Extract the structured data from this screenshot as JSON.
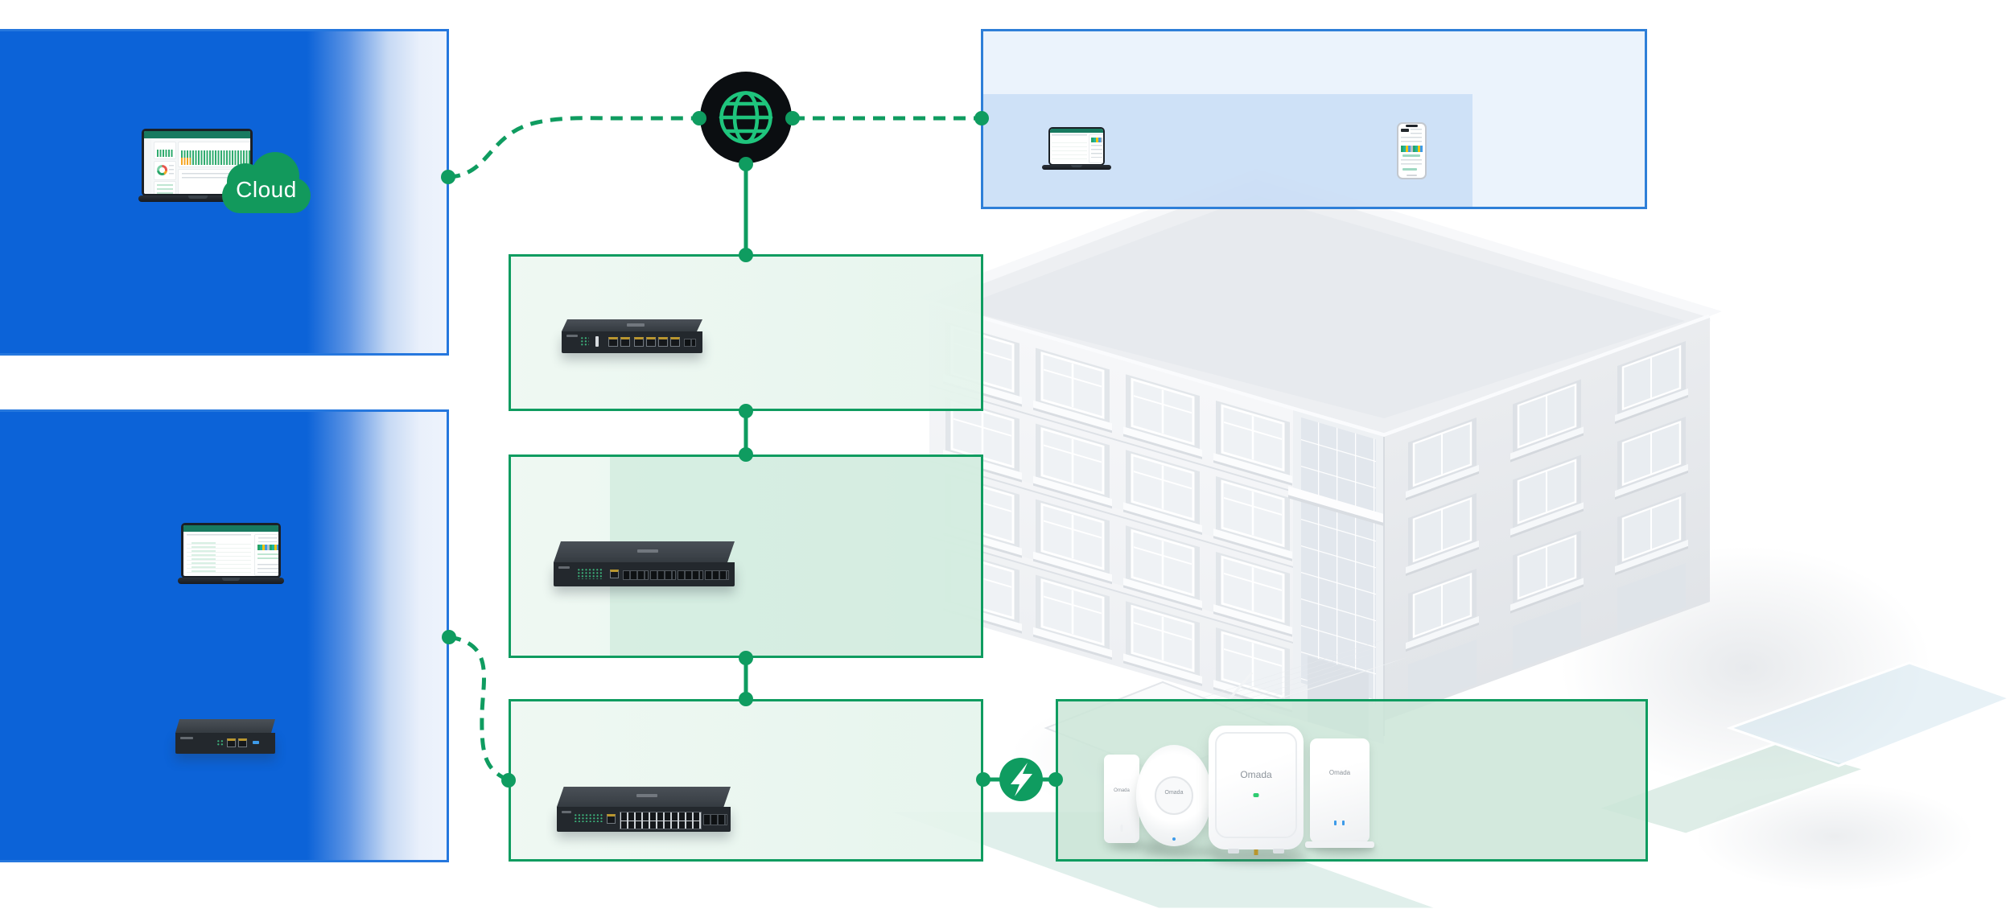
{
  "labels": {
    "cloud_badge": "Cloud",
    "ap_brand_logo": "Omada"
  },
  "colors": {
    "primary_blue": "#0c63d8",
    "blue_border": "#2577de",
    "panel_blue_fill": "#e6f0fb",
    "panel_blue_overlay": "#b6d1f2",
    "brand_green": "#0f9c60",
    "panel_green_fill": "#eaf6f0",
    "panel_green_overlay": "#d3ecdf",
    "cloud_green": "#12995c",
    "globe_stroke": "#1fc57d",
    "internet_node_black": "#0b0e11",
    "building_white": "#f3f4f6"
  },
  "nodes": {
    "internet": {
      "icon": "globe-icon"
    },
    "cloud": {
      "icon": "cloud-icon"
    },
    "poe_link": {
      "icon": "poe-lightning-icon"
    }
  },
  "devices": [
    {
      "name": "cloud-management-laptop"
    },
    {
      "name": "gateway-router"
    },
    {
      "name": "aggregation-switch"
    },
    {
      "name": "access-switch"
    },
    {
      "name": "hardware-controller"
    },
    {
      "name": "controller-laptop"
    },
    {
      "name": "client-laptop"
    },
    {
      "name": "client-phone"
    },
    {
      "name": "wall-ap"
    },
    {
      "name": "ceiling-ap-round"
    },
    {
      "name": "ceiling-ap-square"
    },
    {
      "name": "wall-plate-ap"
    }
  ]
}
